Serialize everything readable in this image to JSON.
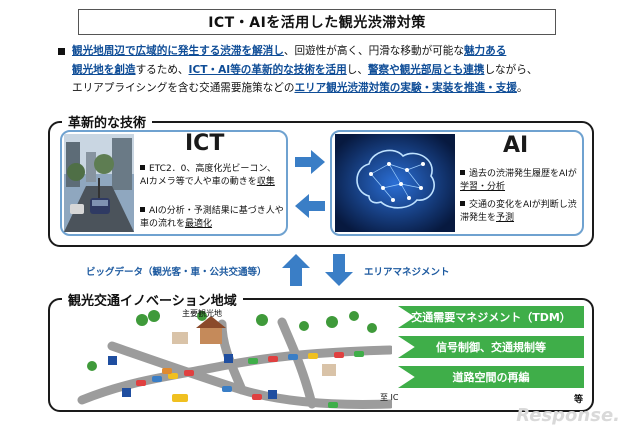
{
  "title": "ICT・AIを活用した観光渋滞対策",
  "intro": {
    "line1": {
      "a": "観光地周辺で広域的に発生する渋滞を解消し",
      "b": "、回遊性が高く、円滑な移動が可能な",
      "c": "魅力ある"
    },
    "line2": {
      "a": "観光地を創造",
      "b": "するため、",
      "c": "ICT・AI等の革新的な技術を活用",
      "d": "し、",
      "e": "警察や観光部局とも連携",
      "f": "しながら、"
    },
    "line3": {
      "a": "エリアプライシングを含む交通需要施策などの",
      "b": "エリア観光渋滞対策の実験・実装を推進・支援",
      "c": "。"
    }
  },
  "tech_section": {
    "label": "革新的な技術",
    "ict": {
      "heading": "ICT",
      "bullet1": "ETC2．0、高度化光ビーコン、AIカメラ等で人や車の動きを",
      "bullet1_ul": "収集",
      "bullet2": "AIの分析・予測結果に基づき人や車の流れを",
      "bullet2_ul": "最適化"
    },
    "ai": {
      "heading": "AI",
      "bullet1": "過去の渋滞発生履歴をAIが",
      "bullet1_ul": "学習・分析",
      "bullet2": "交通の変化をAIが判断し渋滞発生を",
      "bullet2_ul": "予測"
    }
  },
  "flow": {
    "left_label": "ビッグデータ（観光客・車・公共交通等）",
    "right_label": "エリアマネジメント"
  },
  "region_section": {
    "label": "観光交通イノベーション地域",
    "map_labels": {
      "sightseeing": "主要観光地",
      "ic": "至 IC"
    },
    "measures": [
      "交通需要マネジメント（TDM）",
      "信号制御、交通規制等",
      "道路空間の再編"
    ],
    "etc": "等"
  },
  "watermark": "Response.",
  "colors": {
    "panel_border": "#6fa2d0",
    "arrow_blue": "#3a7ec6",
    "measure_green": "#3fae49",
    "highlight_text": "#0f4d97"
  }
}
